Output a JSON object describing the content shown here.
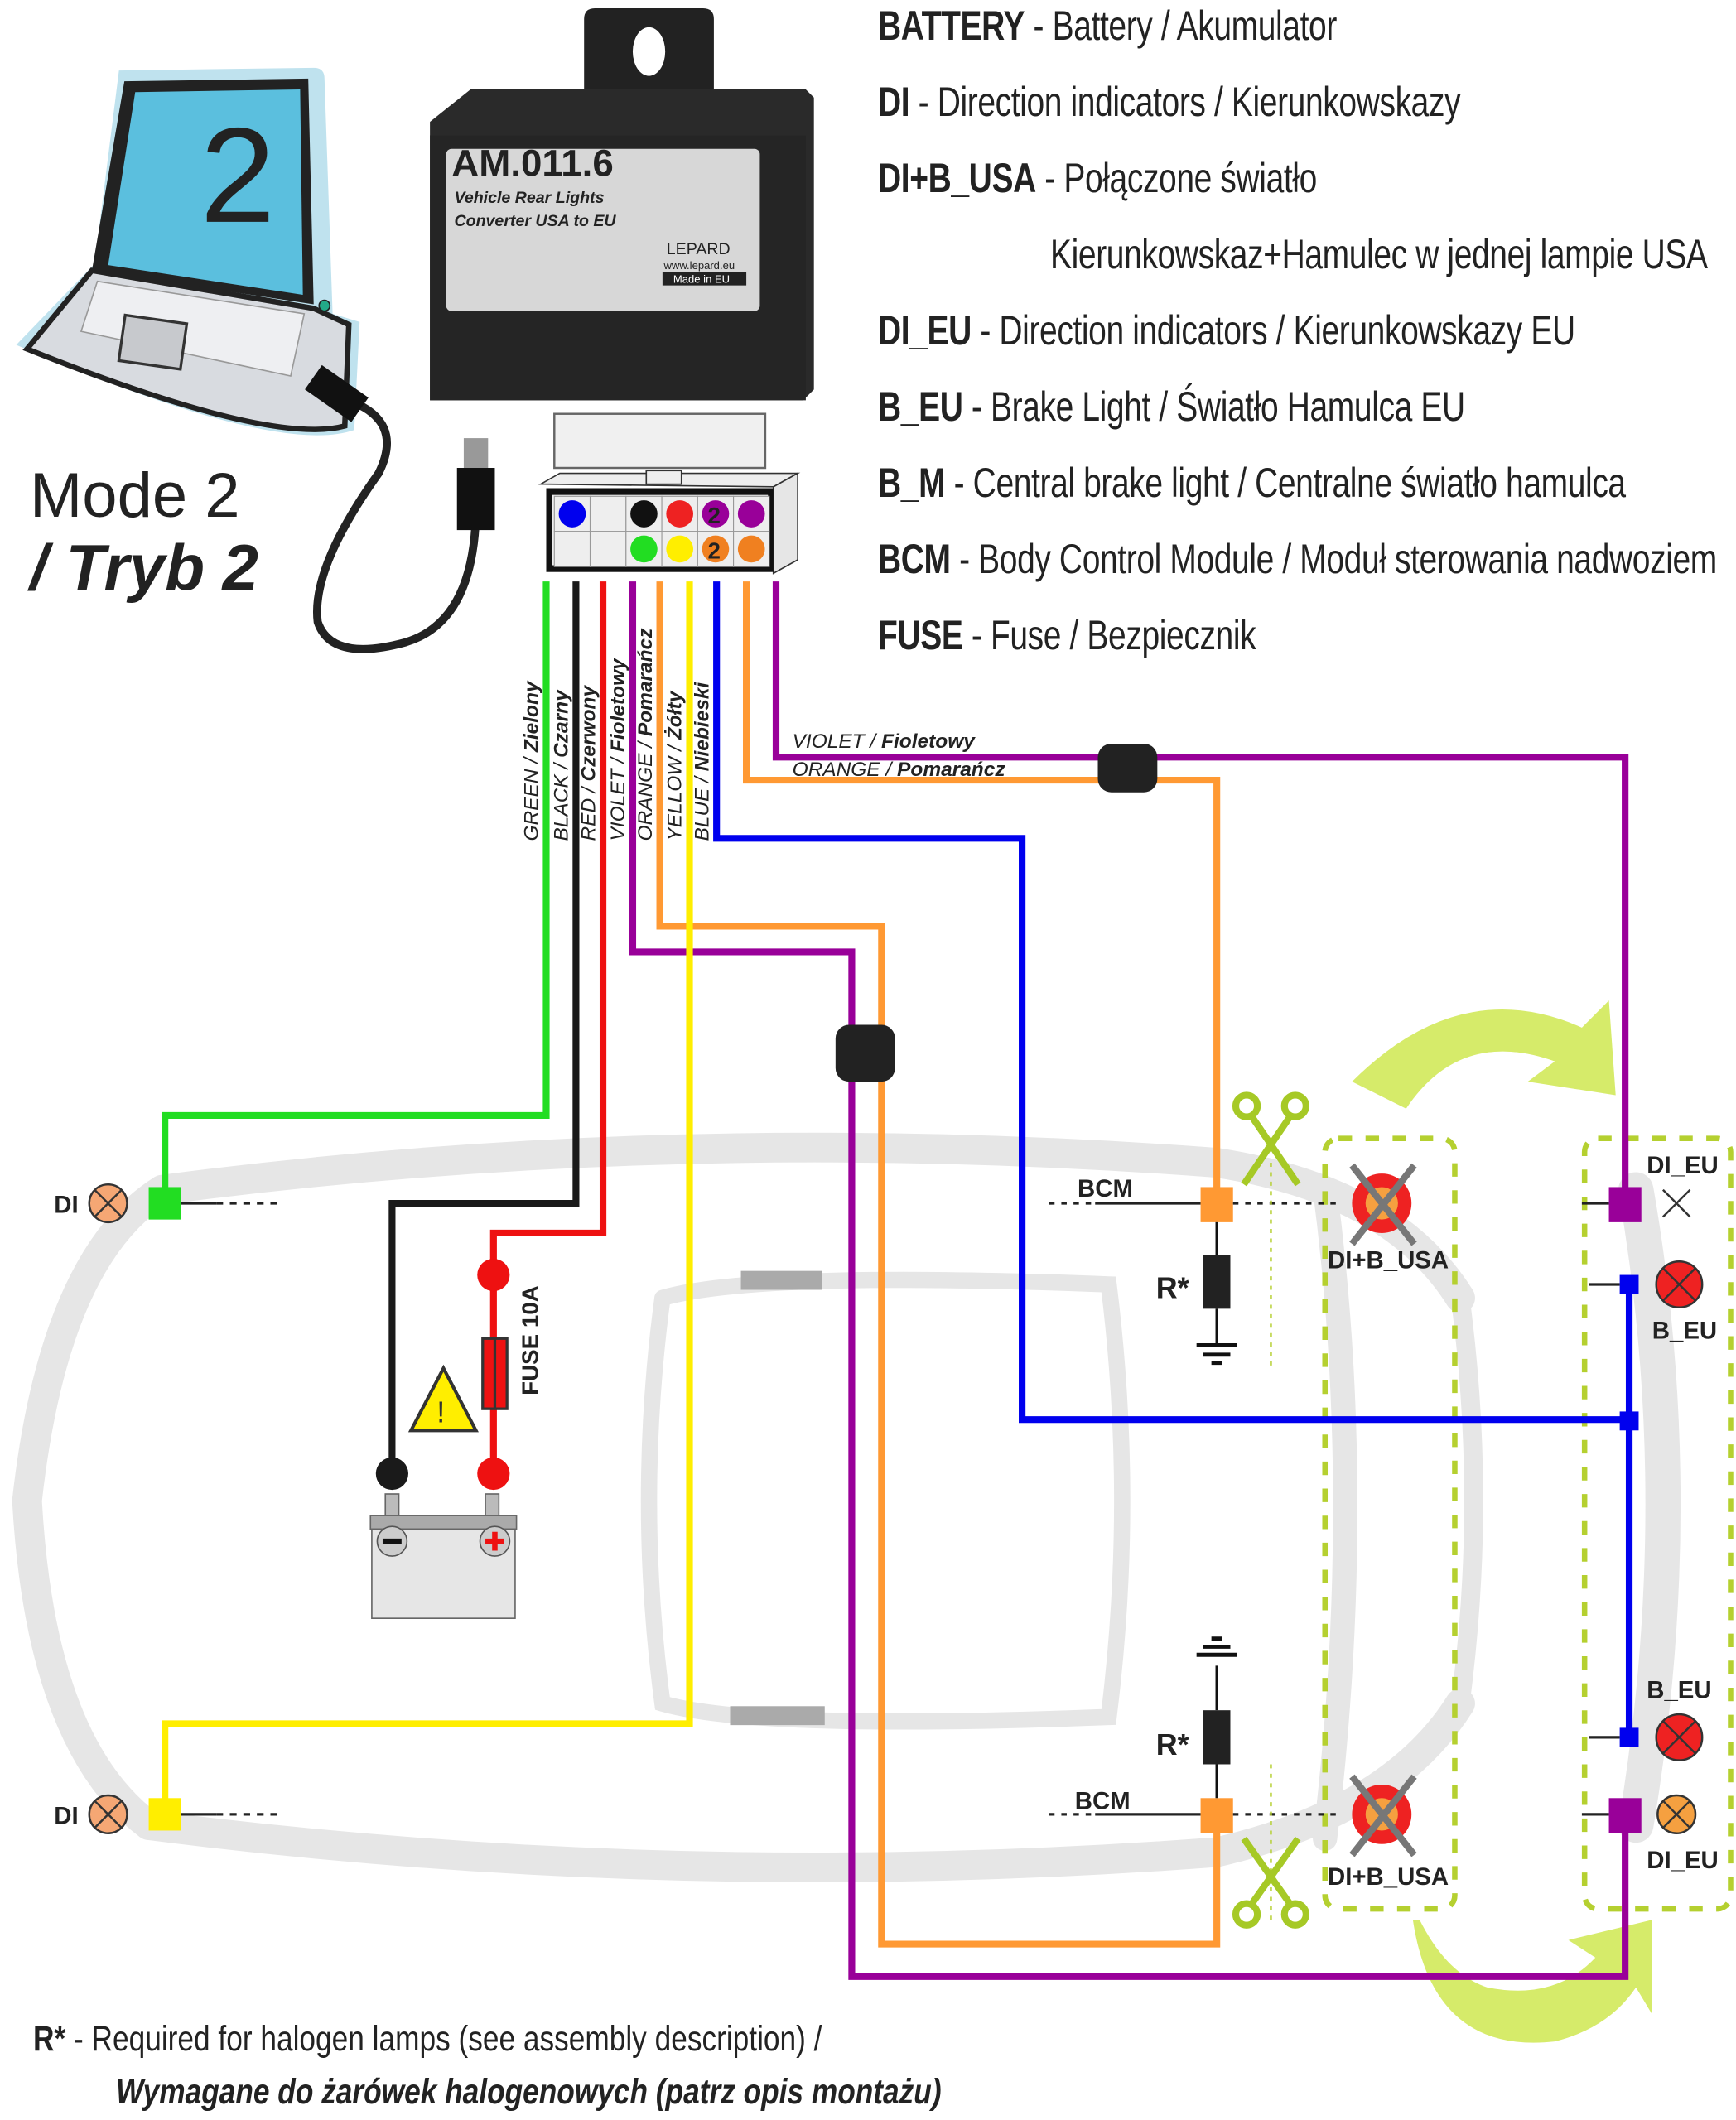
{
  "laptop": {
    "screen_number": "2"
  },
  "mode": {
    "line1": "Mode 2",
    "line2": "/ Tryb 2"
  },
  "module": {
    "model": "AM.011.6",
    "subtitle_1": "Vehicle Rear Lights",
    "subtitle_2": "Converter USA to EU",
    "brand": "LEPARD",
    "website": "www.lepard.eu",
    "origin": "Made in EU"
  },
  "connector": {
    "top_row": [
      "blue",
      "",
      "black",
      "red",
      "violet-2",
      "violet"
    ],
    "bottom_row": [
      "",
      "",
      "green",
      "yellow",
      "orange-2",
      "orange"
    ],
    "pin_mark": "2"
  },
  "legend": [
    {
      "key": "BATTERY",
      "desc": " - Battery / Akumulator"
    },
    {
      "key": "DI",
      "desc": " - Direction indicators / Kierunkowskazy"
    },
    {
      "key": "DI+B_USA",
      "desc": " - Połączone światło"
    },
    {
      "key": "",
      "desc": "Kierunkowskaz+Hamulec w jednej lampie USA"
    },
    {
      "key": "DI_EU",
      "desc": " - Direction indicators / Kierunkowskazy EU"
    },
    {
      "key": "B_EU",
      "desc": " - Brake Light / Światło Hamulca EU"
    },
    {
      "key": "B_M",
      "desc": " - Central brake light / Centralne światło hamulca"
    },
    {
      "key": "BCM",
      "desc": " - Body Control Module / Moduł sterowania nadwoziem"
    },
    {
      "key": "FUSE",
      "desc": " - Fuse / Bezpiecznik"
    }
  ],
  "wires": [
    {
      "en": "GREEN",
      "pl": "Zielony",
      "color": "#22dd22"
    },
    {
      "en": "BLACK",
      "pl": "Czarny",
      "color": "#1a1a1a"
    },
    {
      "en": "RED",
      "pl": "Czerwony",
      "color": "#ee1111"
    },
    {
      "en": "VIOLET",
      "pl": "Fioletowy",
      "color": "#990099"
    },
    {
      "en": "ORANGE",
      "pl": "Pomarańcz",
      "color": "#ff9933"
    },
    {
      "en": "YELLOW",
      "pl": "Żółty",
      "color": "#ffee00"
    },
    {
      "en": "BLUE",
      "pl": "Niebieski",
      "color": "#0000ee"
    }
  ],
  "side_wires": [
    {
      "en": "VIOLET",
      "pl": "Fioletowy"
    },
    {
      "en": "ORANGE",
      "pl": "Pomarańcz"
    }
  ],
  "labels": {
    "di": "DI",
    "di_eu": "DI_EU",
    "b_eu": "B_EU",
    "di_b_usa": "DI+B_USA",
    "bcm": "BCM",
    "resistor": "R*",
    "fuse": "FUSE 10A"
  },
  "note": {
    "key": "R*",
    "line1": " - Required for halogen lamps (see assembly description) /",
    "line2": "Wymagane do żarówek halogenowych (patrz opis montażu)"
  }
}
